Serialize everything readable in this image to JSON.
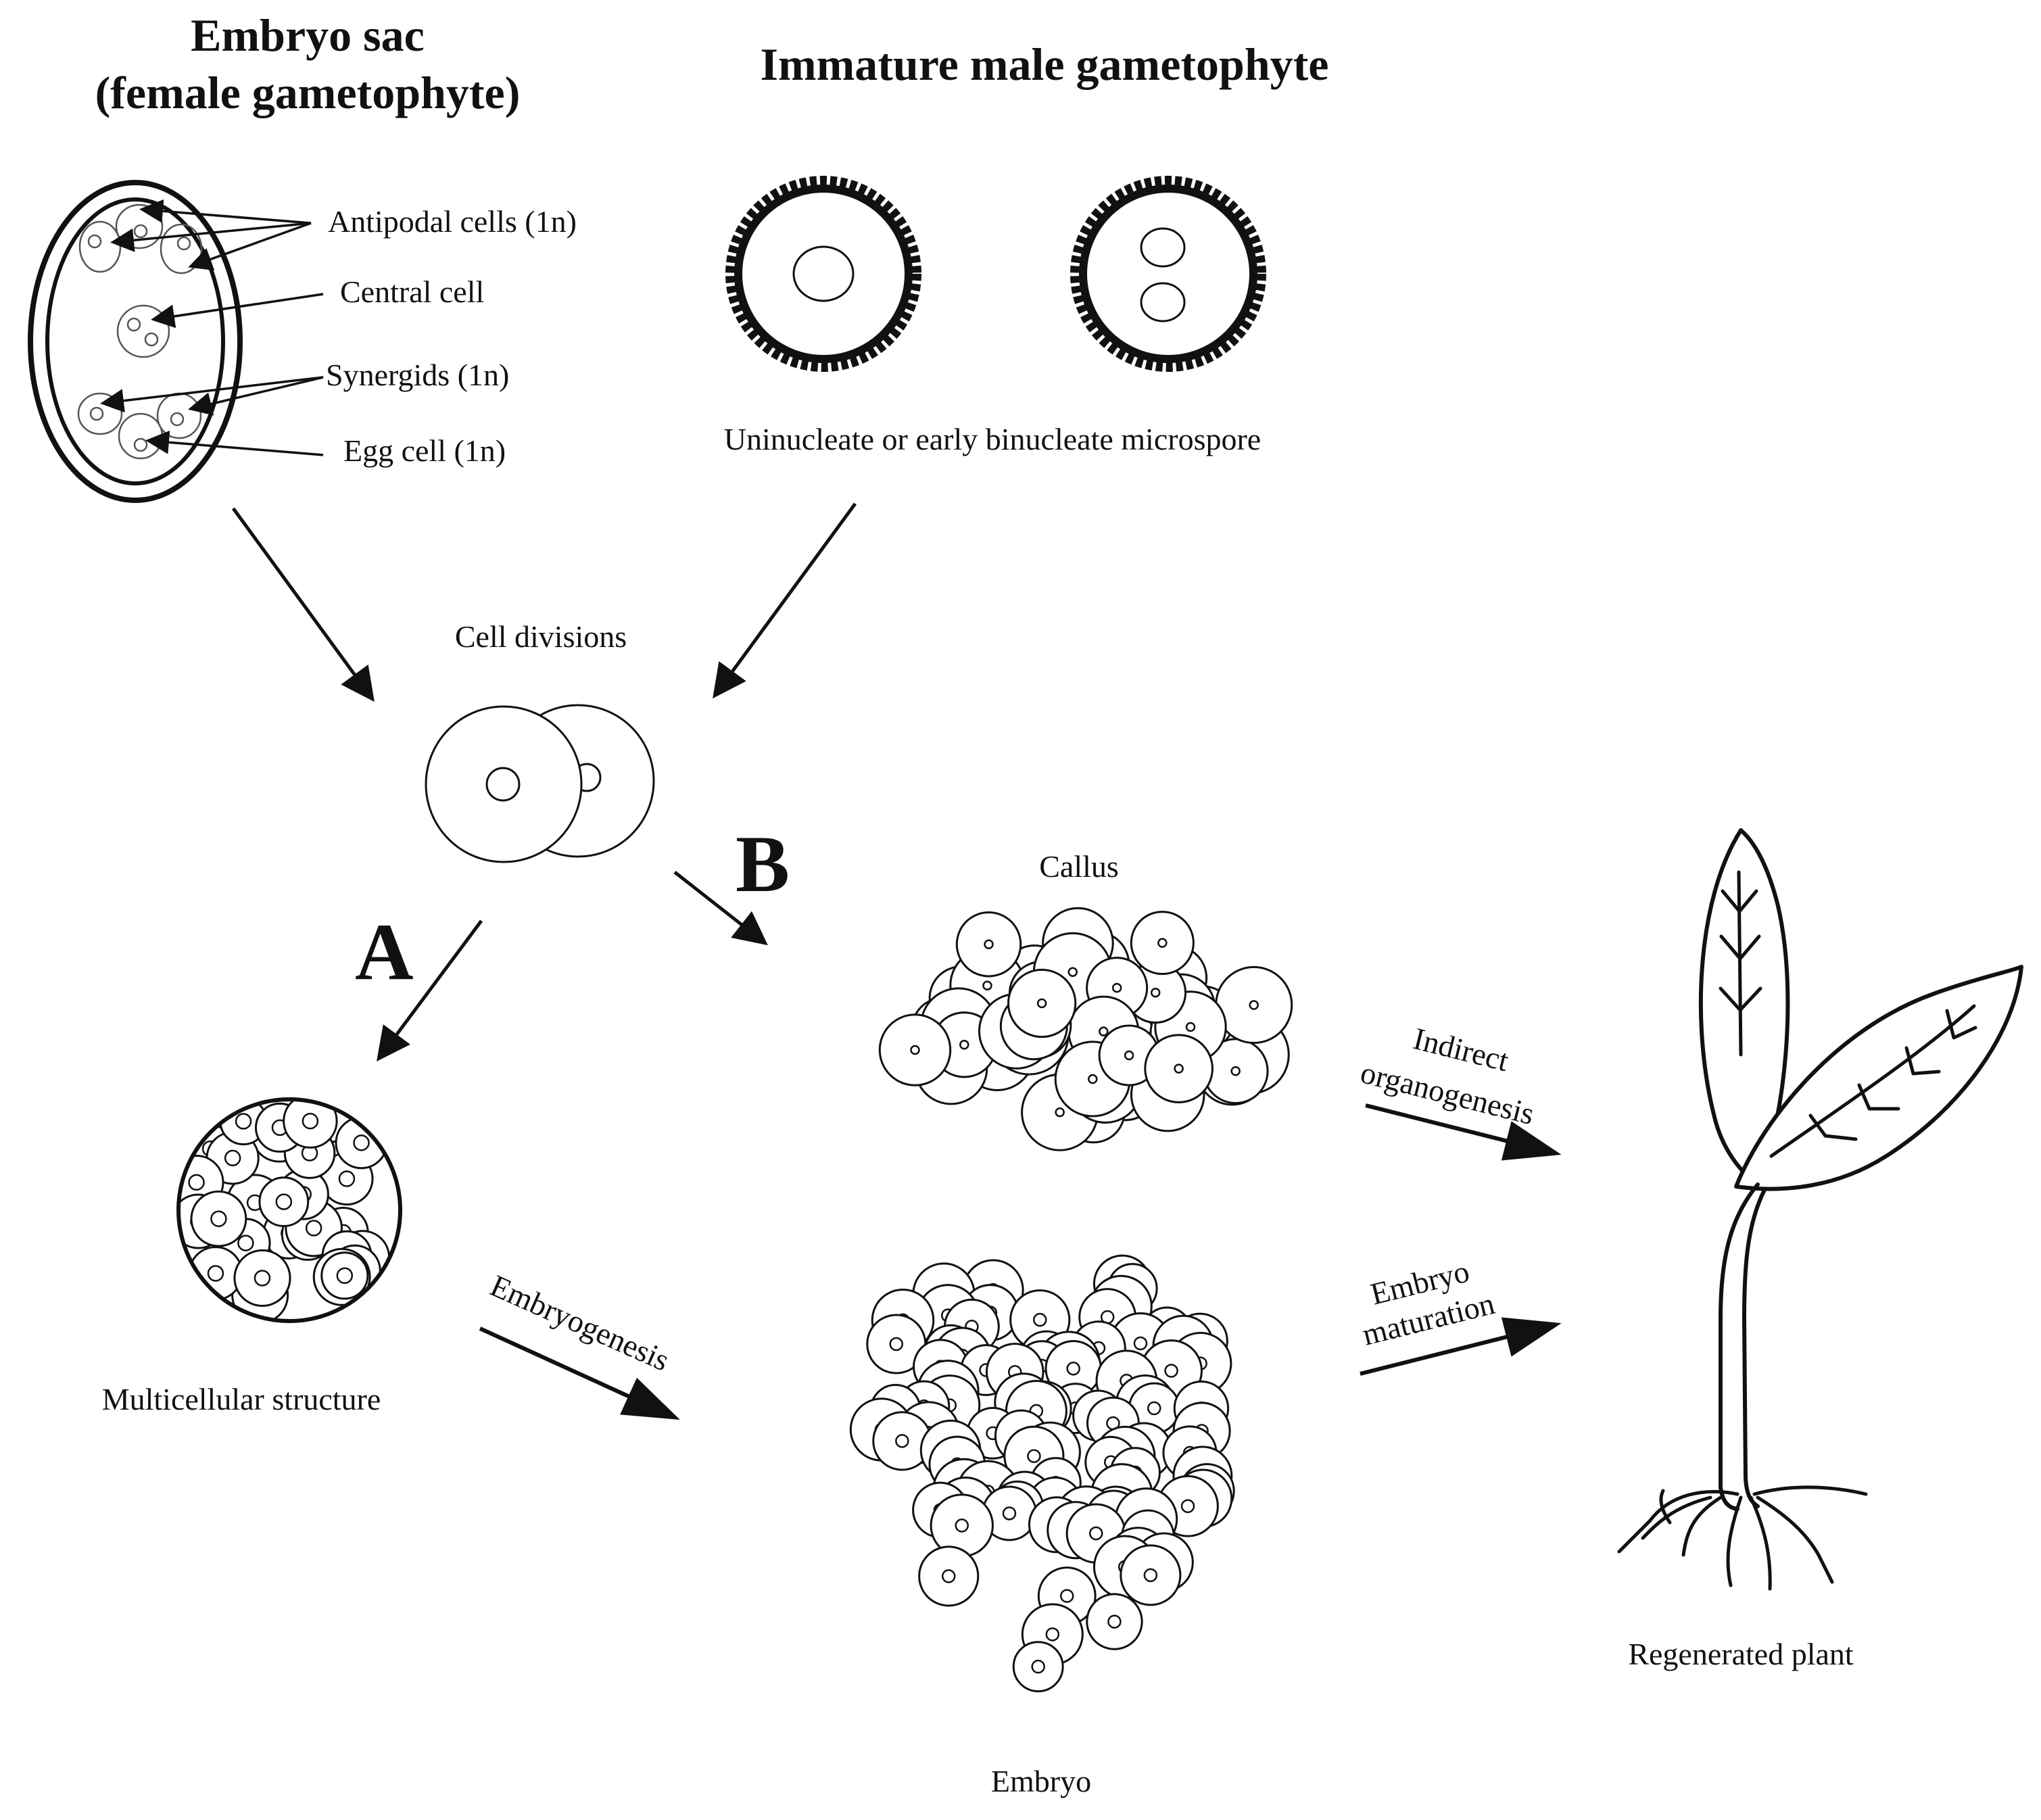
{
  "titles": {
    "embryo_sac_line1": "Embryo sac",
    "embryo_sac_line2": "(female gametophyte)",
    "male": "Immature male gametophyte"
  },
  "labels": {
    "antipodal": "Antipodal cells (1n)",
    "central": "Central cell",
    "synergids": "Synergids (1n)",
    "egg": "Egg cell (1n)",
    "microspore": "Uninucleate or early binucleate microspore",
    "cell_divisions": "Cell divisions",
    "pathway_a": "A",
    "pathway_b": "B",
    "callus": "Callus",
    "multicellular": "Multicellular structure",
    "embryogenesis": "Embryogenesis",
    "embryo": "Embryo",
    "indirect_1": "Indirect",
    "indirect_2": "organogenesis",
    "maturation_1": "Embryo",
    "maturation_2": "maturation",
    "regenerated": "Regenerated plant"
  },
  "colors": {
    "ink": "#111111",
    "background": "#ffffff"
  }
}
